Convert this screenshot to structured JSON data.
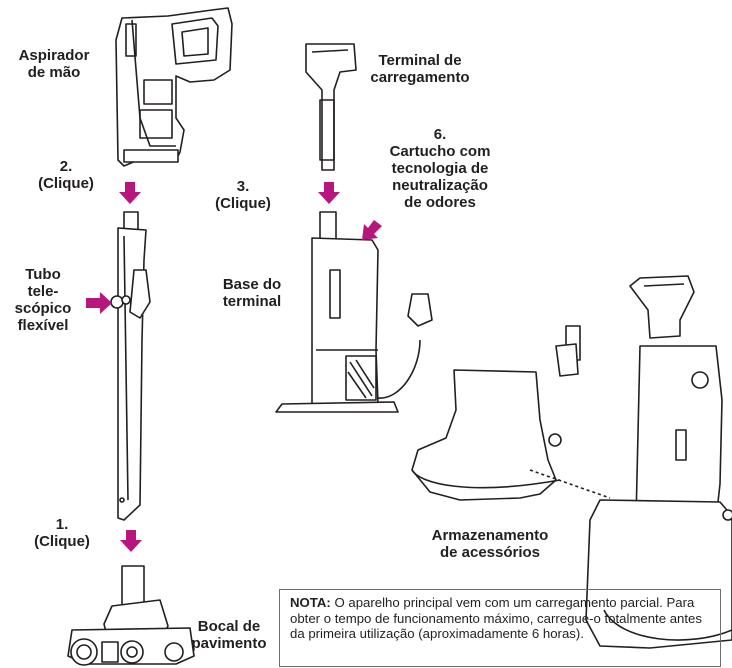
{
  "labels": {
    "handheld": "Aspirador\nde mão",
    "dock_terminal": "Terminal de\ncarregamento",
    "step2": "2.\n(Clique)",
    "step3": "3.\n(Clique)",
    "step6": "6.\nCartucho com\ntecnologia de\nneutralização\nde odores",
    "wand": "Tubo\ntele-\nscópico\nflexível",
    "dock_base": "Base do\nterminal",
    "step1": "1.\n(Clique)",
    "storage": "Armazenamento\nde acessórios",
    "nozzle": "Bocal de\npavimento"
  },
  "note": {
    "prefix": "NOTA:",
    "text": " O aparelho principal vem com um carregamento parcial. Para obter o tempo de funcionamento máximo, carregue-o totalmente antes da primeira utilização (aproximadamente 6 horas)."
  },
  "colors": {
    "arrow": "#b5177e",
    "line": "#231f20",
    "text": "#231f20"
  }
}
